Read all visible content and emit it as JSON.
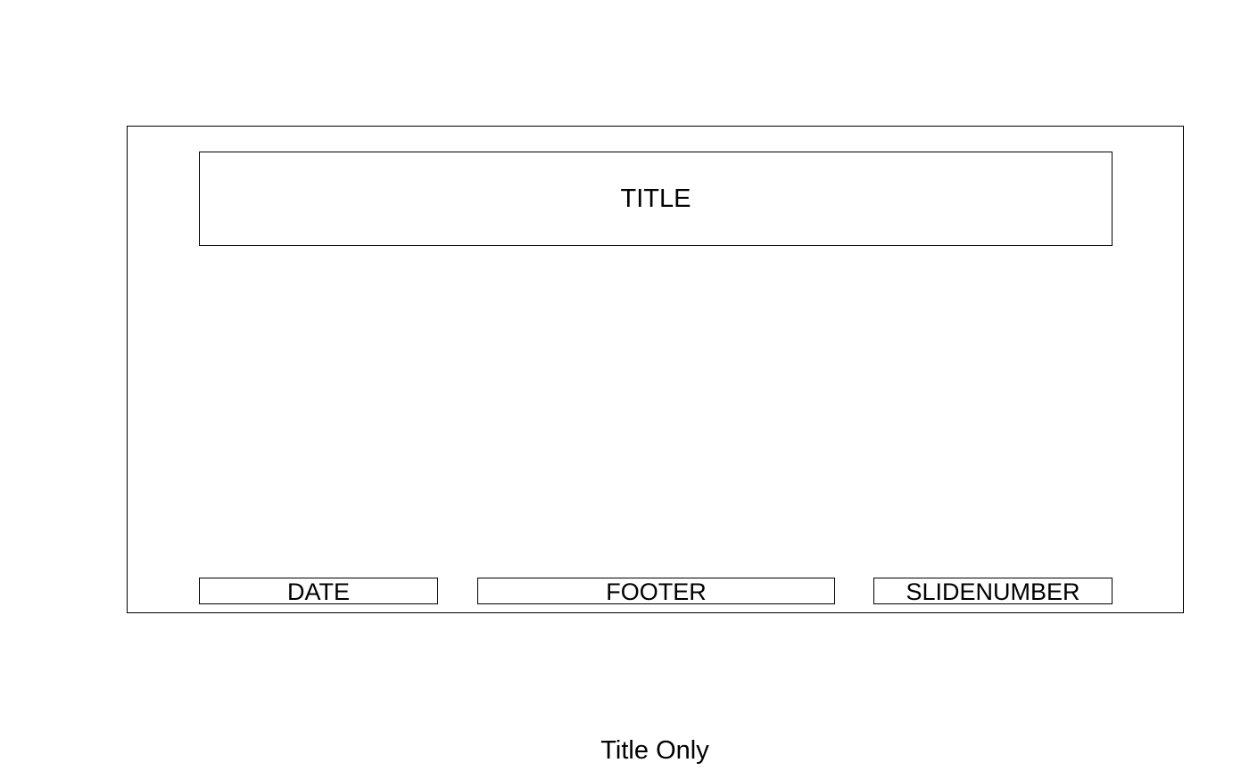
{
  "layout": {
    "name": "Title Only",
    "placeholders": {
      "title": "TITLE",
      "date": "DATE",
      "footer": "FOOTER",
      "slide_number": "SLIDENUMBER"
    }
  }
}
